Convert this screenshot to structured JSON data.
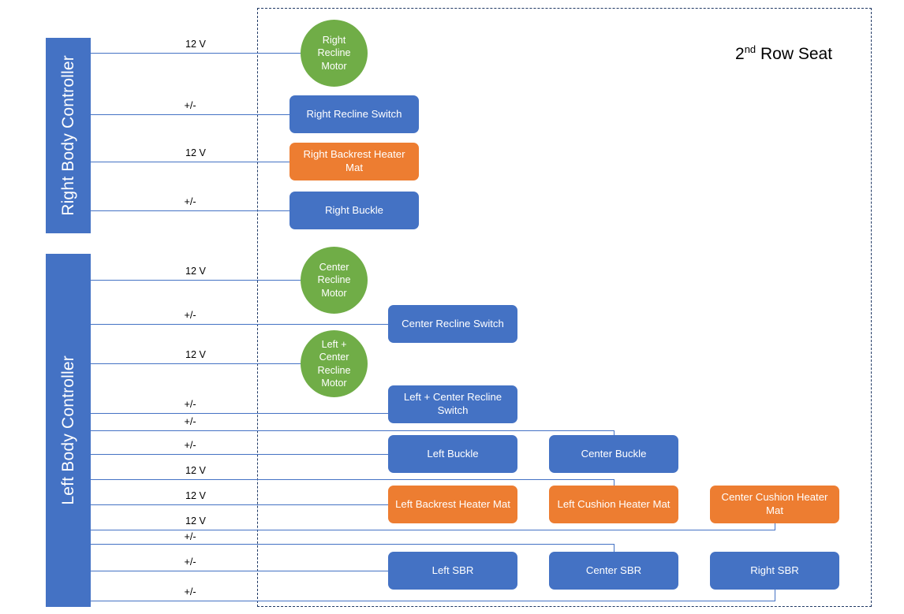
{
  "diagram": {
    "zone_title_prefix": "2",
    "zone_title_sup": "nd",
    "zone_title_suffix": " Row Seat",
    "colors": {
      "blue": "#4472C4",
      "orange": "#ED7D31",
      "green": "#70AD47",
      "zone_border": "#1f3864",
      "wire": "#4472C4",
      "text_on_node": "#FFFFFF"
    }
  },
  "controllers": [
    {
      "id": "right-body-controller",
      "label": "Right Body Controller"
    },
    {
      "id": "left-body-controller",
      "label": "Left Body Controller"
    }
  ],
  "wire_labels": {
    "right": [
      "12 V",
      "+/-",
      "12 V",
      "+/-"
    ],
    "left": [
      "12 V",
      "+/-",
      "12 V",
      "+/-",
      "+/-",
      "+/-",
      "12 V",
      "12 V",
      "12 V",
      "+/-",
      "+/-",
      "+/-"
    ]
  },
  "nodes": {
    "right_recline_motor": "Right Recline Motor",
    "right_recline_switch": "Right Recline Switch",
    "right_backrest_heater_mat": "Right Backrest Heater Mat",
    "right_buckle": "Right Buckle",
    "center_recline_motor": "Center Recline Motor",
    "center_recline_switch": "Center Recline Switch",
    "left_center_recline_motor": "Left + Center Recline Motor",
    "left_center_recline_switch": "Left + Center Recline Switch",
    "left_buckle": "Left Buckle",
    "center_buckle": "Center Buckle",
    "left_backrest_heater_mat": "Left Backrest Heater Mat",
    "left_cushion_heater_mat": "Left Cushion Heater Mat",
    "center_cushion_heater_mat": "Center Cushion Heater Mat",
    "left_sbr": "Left SBR",
    "center_sbr": "Center SBR",
    "right_sbr": "Right SBR"
  }
}
